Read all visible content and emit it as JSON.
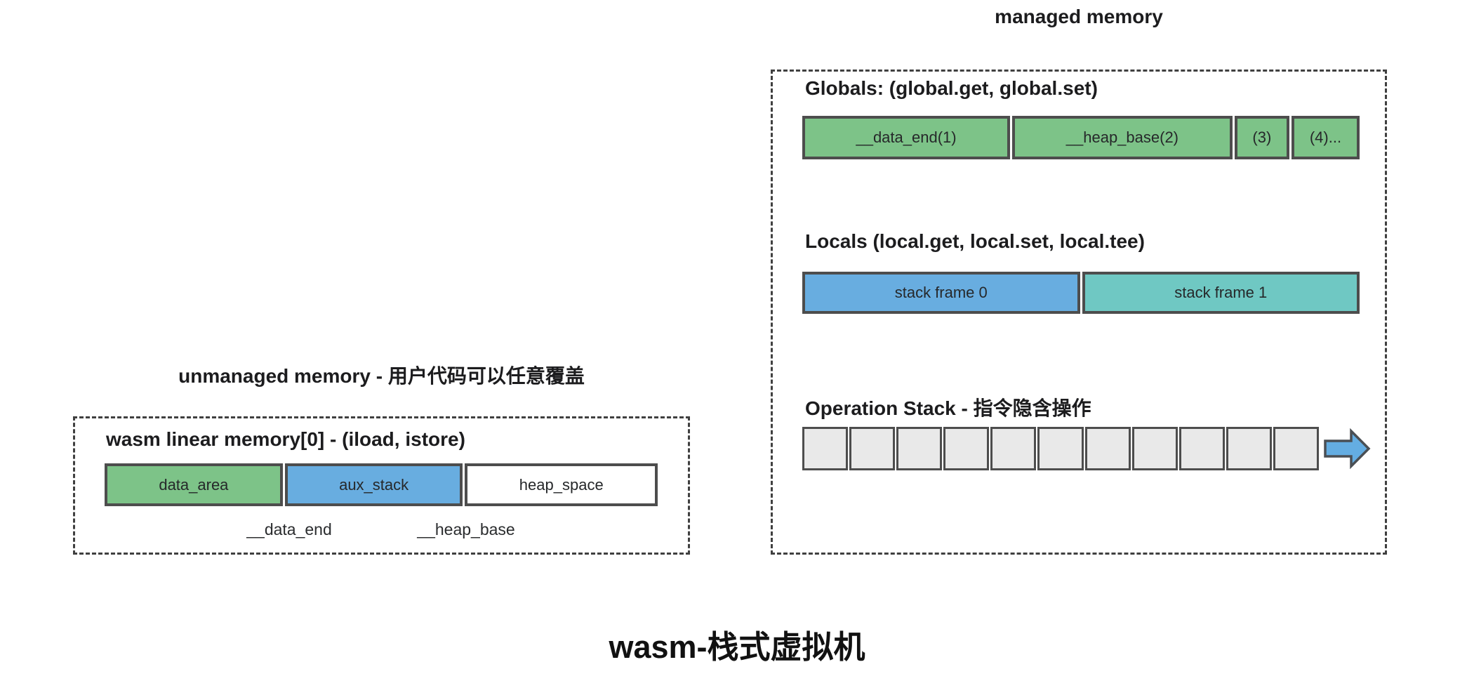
{
  "page": {
    "bottom_title": "wasm-栈式虚拟机"
  },
  "managed": {
    "title": "managed memory",
    "globals": {
      "heading": "Globals: (global.get, global.set)",
      "cells": [
        {
          "label": "__data_end(1)",
          "color": "green",
          "flex": 301
        },
        {
          "label": "__heap_base(2)",
          "color": "green",
          "flex": 302
        },
        {
          "label": "(3)",
          "color": "green",
          "flex": 90
        },
        {
          "label": "(4)...",
          "color": "green",
          "flex": 91
        }
      ]
    },
    "locals": {
      "heading": "Locals (local.get, local.set, local.tee)",
      "cells": [
        {
          "label": "stack frame 0",
          "color": "blue",
          "flex": 1
        },
        {
          "label": "stack frame 1",
          "color": "teal",
          "flex": 1
        }
      ]
    },
    "operation_stack": {
      "heading": "Operation Stack - 指令隐含操作",
      "empty_cell_count": 11,
      "arrow_icon": "right-arrow"
    }
  },
  "unmanaged": {
    "title": "unmanaged memory - 用户代码可以任意覆盖",
    "heading": "wasm linear memory[0] - (iload, istore)",
    "cells": [
      {
        "label": "data_area",
        "color": "green",
        "flex": 1
      },
      {
        "label": "aux_stack",
        "color": "blue",
        "flex": 1
      },
      {
        "label": "heap_space",
        "color": "white",
        "flex": 1
      }
    ],
    "pointer_labels": {
      "data_end": "__data_end",
      "heap_base": "__heap_base"
    }
  },
  "colors": {
    "green": "#7dc388",
    "blue": "#68ade0",
    "teal": "#6fc8c3",
    "gray": "#e9e9e9",
    "white": "#ffffff",
    "border": "#4d4d4d",
    "dash": "#404040",
    "arrow": "#64ade2",
    "arrow_stroke": "#4a4f54"
  }
}
